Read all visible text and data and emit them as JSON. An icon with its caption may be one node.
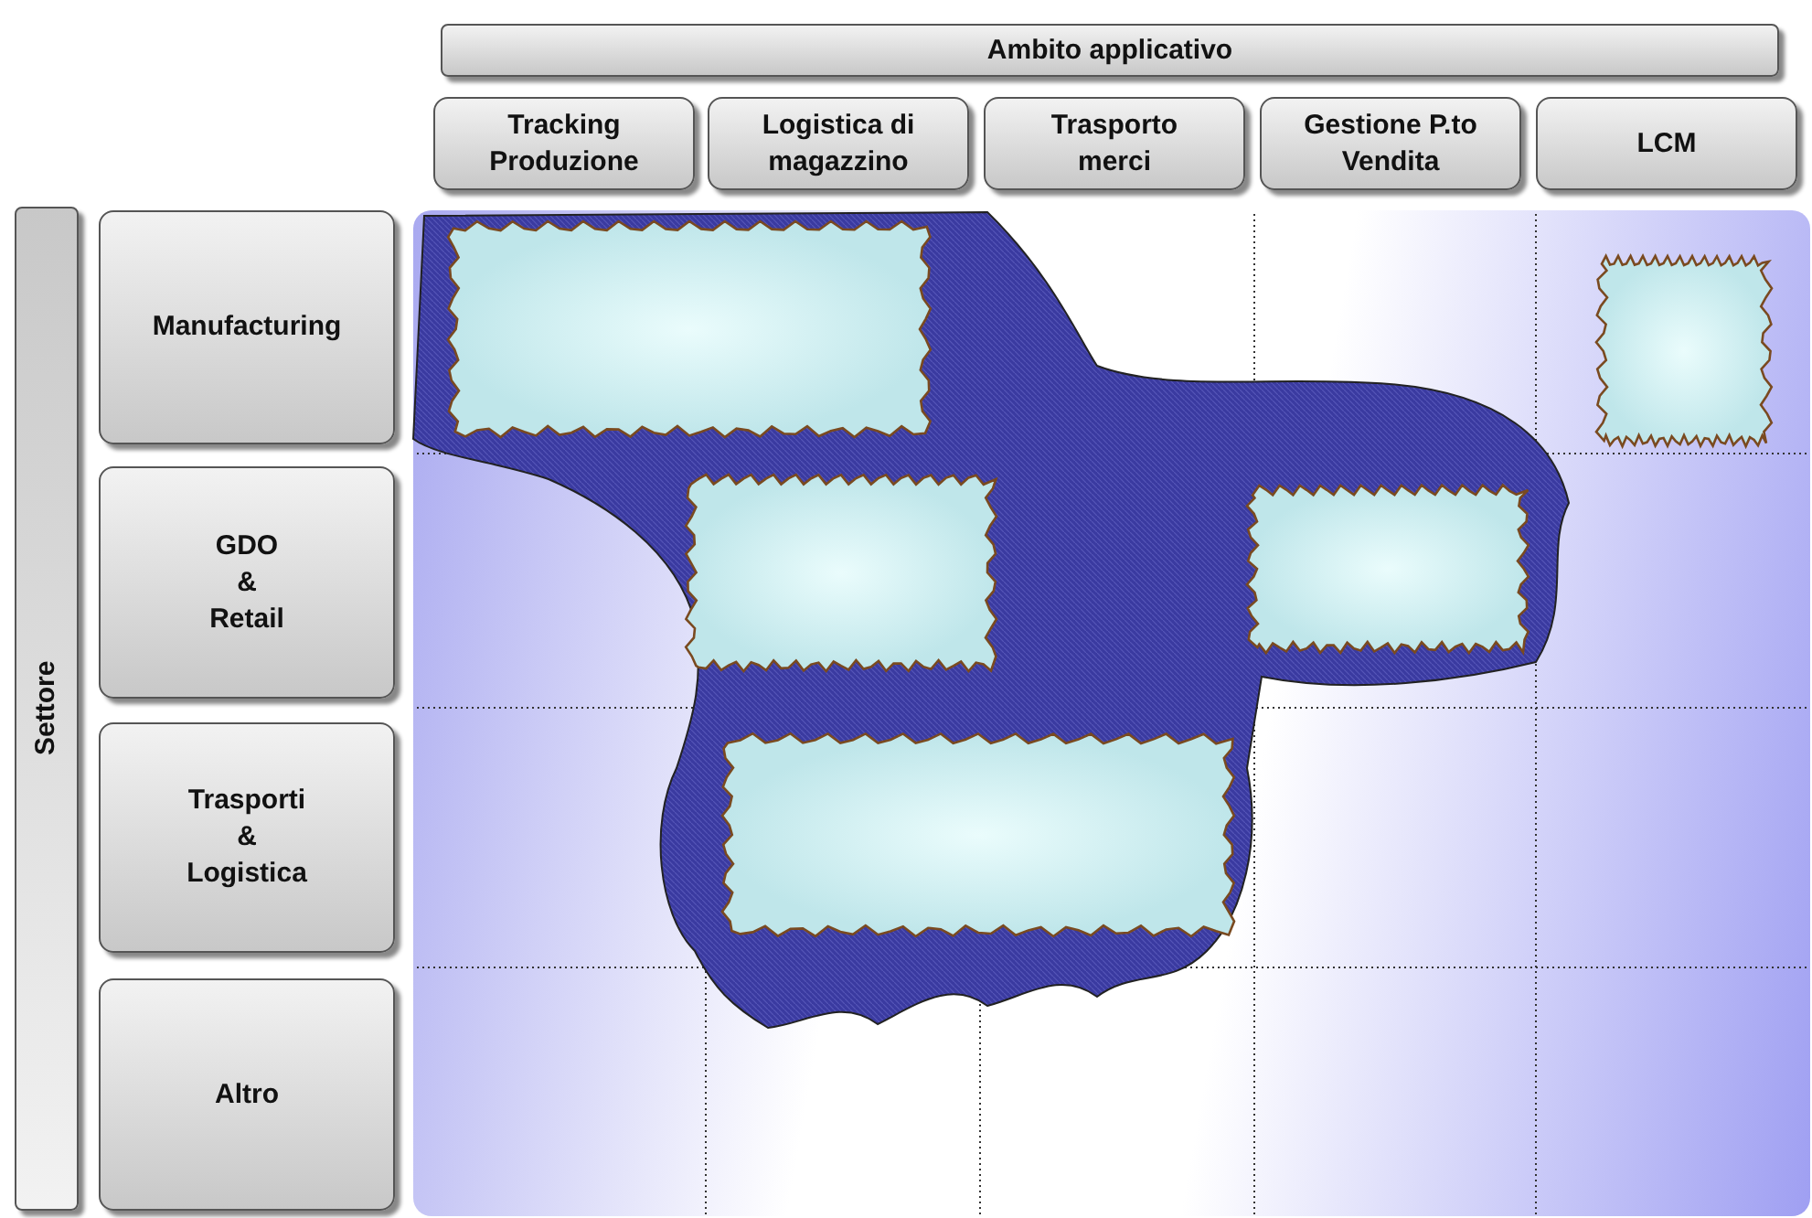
{
  "diagram": {
    "nodes": [
      {
        "text": [
          "Ambito applicativo"
        ]
      },
      {
        "text": [
          "Tracking Produzione"
        ]
      },
      {
        "text": [
          "Logistica di magazzino"
        ]
      },
      {
        "text": [
          "Trasporto merci"
        ]
      },
      {
        "text": [
          "Gestione P.to Vendita"
        ]
      },
      {
        "text": [
          "LCM"
        ]
      },
      {
        "text": [
          "Settore"
        ]
      },
      {
        "text": [
          "Manufacturing"
        ]
      },
      {
        "text": [
          "GDO & Retail"
        ]
      },
      {
        "text": [
          "Trasporti & Logistica"
        ]
      },
      {
        "text": [
          "Altro"
        ]
      }
    ]
  }
}
